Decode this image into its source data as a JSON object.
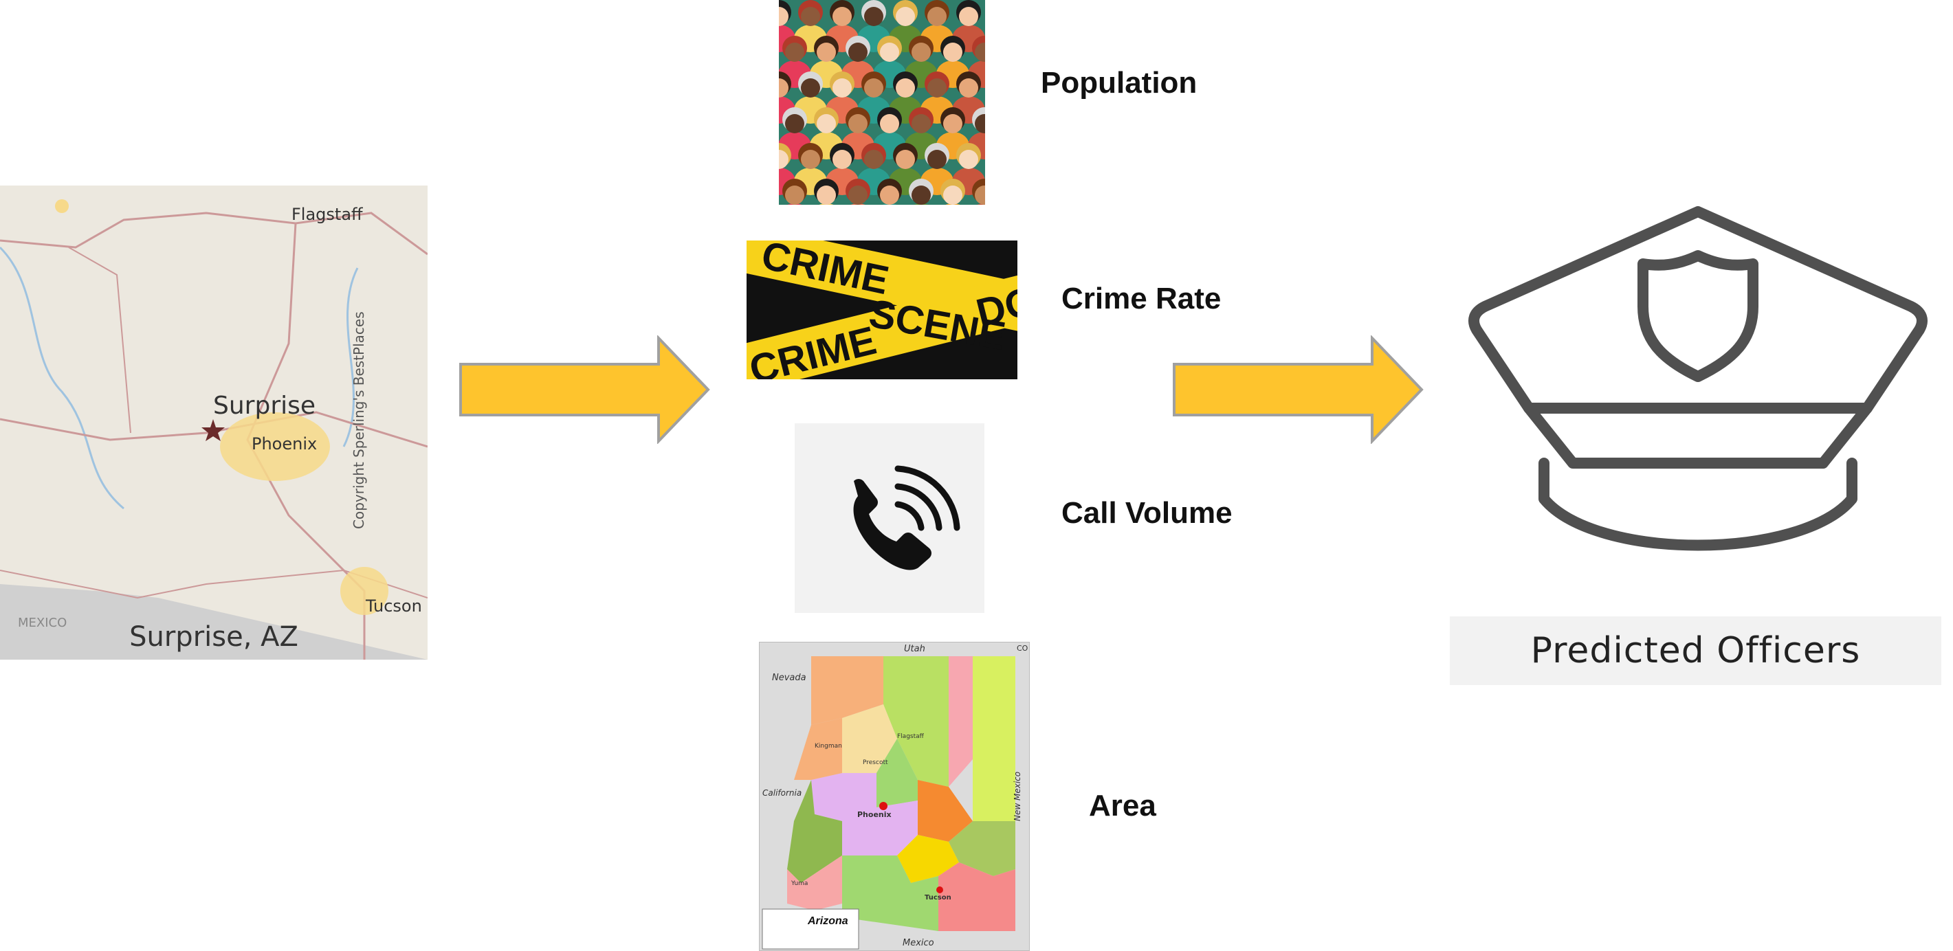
{
  "left_map": {
    "caption": "Surprise, AZ",
    "places": [
      "Flagstaff",
      "Surprise",
      "Phoenix",
      "Tucson",
      "MEXICO"
    ],
    "side_text": "Copyright Sperling's BestPlaces"
  },
  "factors": [
    {
      "label": "Population",
      "icon": "crowd-image"
    },
    {
      "label": "Crime Rate",
      "icon": "crime-scene-tape-image"
    },
    {
      "label": "Call Volume",
      "icon": "phone-icon"
    },
    {
      "label": "Area",
      "icon": "arizona-map-image"
    }
  ],
  "tape_words": [
    "CRIME",
    "SCENE",
    "DO",
    "CRIME",
    "DO"
  ],
  "az_map": {
    "title": "Arizona",
    "states": [
      "Utah",
      "Nevada",
      "California",
      "New Mexico",
      "Mexico",
      "CO"
    ],
    "cities": [
      "Phoenix",
      "Tucson",
      "Flagstaff",
      "Yuma",
      "Kingman",
      "Prescott"
    ]
  },
  "output": {
    "label": "Predicted Officers",
    "icon": "police-cap-icon"
  },
  "colors": {
    "arrow": "#fec42d",
    "arrow_stroke": "#a0a0a0",
    "cap_stroke": "#505050"
  }
}
